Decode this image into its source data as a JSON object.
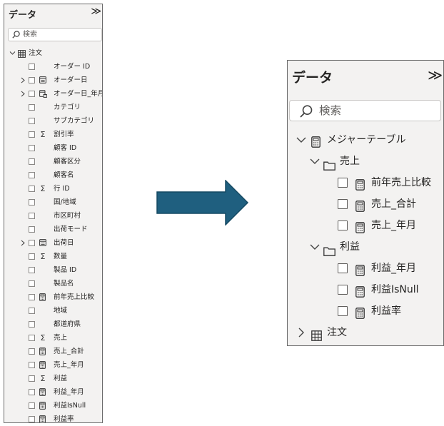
{
  "left_panel": {
    "title": "データ",
    "collapse_glyph": "≫",
    "search_placeholder": "検索",
    "table_name": "注文",
    "fields": [
      {
        "label": "オーダー ID",
        "icon": "none",
        "expandable": false
      },
      {
        "label": "オーダー日",
        "icon": "date-hierarchy-icon",
        "expandable": true
      },
      {
        "label": "オーダー日_年月",
        "icon": "calculated-hierarchy-icon",
        "expandable": true
      },
      {
        "label": "カテゴリ",
        "icon": "none",
        "expandable": false
      },
      {
        "label": "サブカテゴリ",
        "icon": "none",
        "expandable": false
      },
      {
        "label": "割引率",
        "icon": "sigma-icon",
        "expandable": false
      },
      {
        "label": "顧客 ID",
        "icon": "none",
        "expandable": false
      },
      {
        "label": "顧客区分",
        "icon": "none",
        "expandable": false
      },
      {
        "label": "顧客名",
        "icon": "none",
        "expandable": false
      },
      {
        "label": "行 ID",
        "icon": "sigma-icon",
        "expandable": false
      },
      {
        "label": "国/地域",
        "icon": "none",
        "expandable": false
      },
      {
        "label": "市区町村",
        "icon": "none",
        "expandable": false
      },
      {
        "label": "出荷モード",
        "icon": "none",
        "expandable": false
      },
      {
        "label": "出荷日",
        "icon": "date-hierarchy-icon",
        "expandable": true
      },
      {
        "label": "数量",
        "icon": "sigma-icon",
        "expandable": false
      },
      {
        "label": "製品 ID",
        "icon": "none",
        "expandable": false
      },
      {
        "label": "製品名",
        "icon": "none",
        "expandable": false
      },
      {
        "label": "前年売上比較",
        "icon": "calculator-icon",
        "expandable": false
      },
      {
        "label": "地域",
        "icon": "none",
        "expandable": false
      },
      {
        "label": "都道府県",
        "icon": "none",
        "expandable": false
      },
      {
        "label": "売上",
        "icon": "sigma-icon",
        "expandable": false
      },
      {
        "label": "売上_合計",
        "icon": "calculator-icon",
        "expandable": false
      },
      {
        "label": "売上_年月",
        "icon": "calculator-icon",
        "expandable": false
      },
      {
        "label": "利益",
        "icon": "sigma-icon",
        "expandable": false
      },
      {
        "label": "利益_年月",
        "icon": "calculator-icon",
        "expandable": false
      },
      {
        "label": "利益IsNull",
        "icon": "calculator-icon",
        "expandable": false
      },
      {
        "label": "利益率",
        "icon": "calculator-icon",
        "expandable": false
      }
    ]
  },
  "right_panel": {
    "title": "データ",
    "collapse_glyph": "≫",
    "search_placeholder": "検索",
    "measure_table": "メジャーテーブル",
    "folders": [
      {
        "name": "売上",
        "measures": [
          "前年売上比較",
          "売上_合計",
          "売上_年月"
        ]
      },
      {
        "name": "利益",
        "measures": [
          "利益_年月",
          "利益IsNull",
          "利益率"
        ]
      }
    ],
    "table_name": "注文"
  },
  "colors": {
    "panel_bg": "#f3f2f1",
    "arrow_fill": "#1f5f7f",
    "arrow_stroke": "#164a63"
  }
}
